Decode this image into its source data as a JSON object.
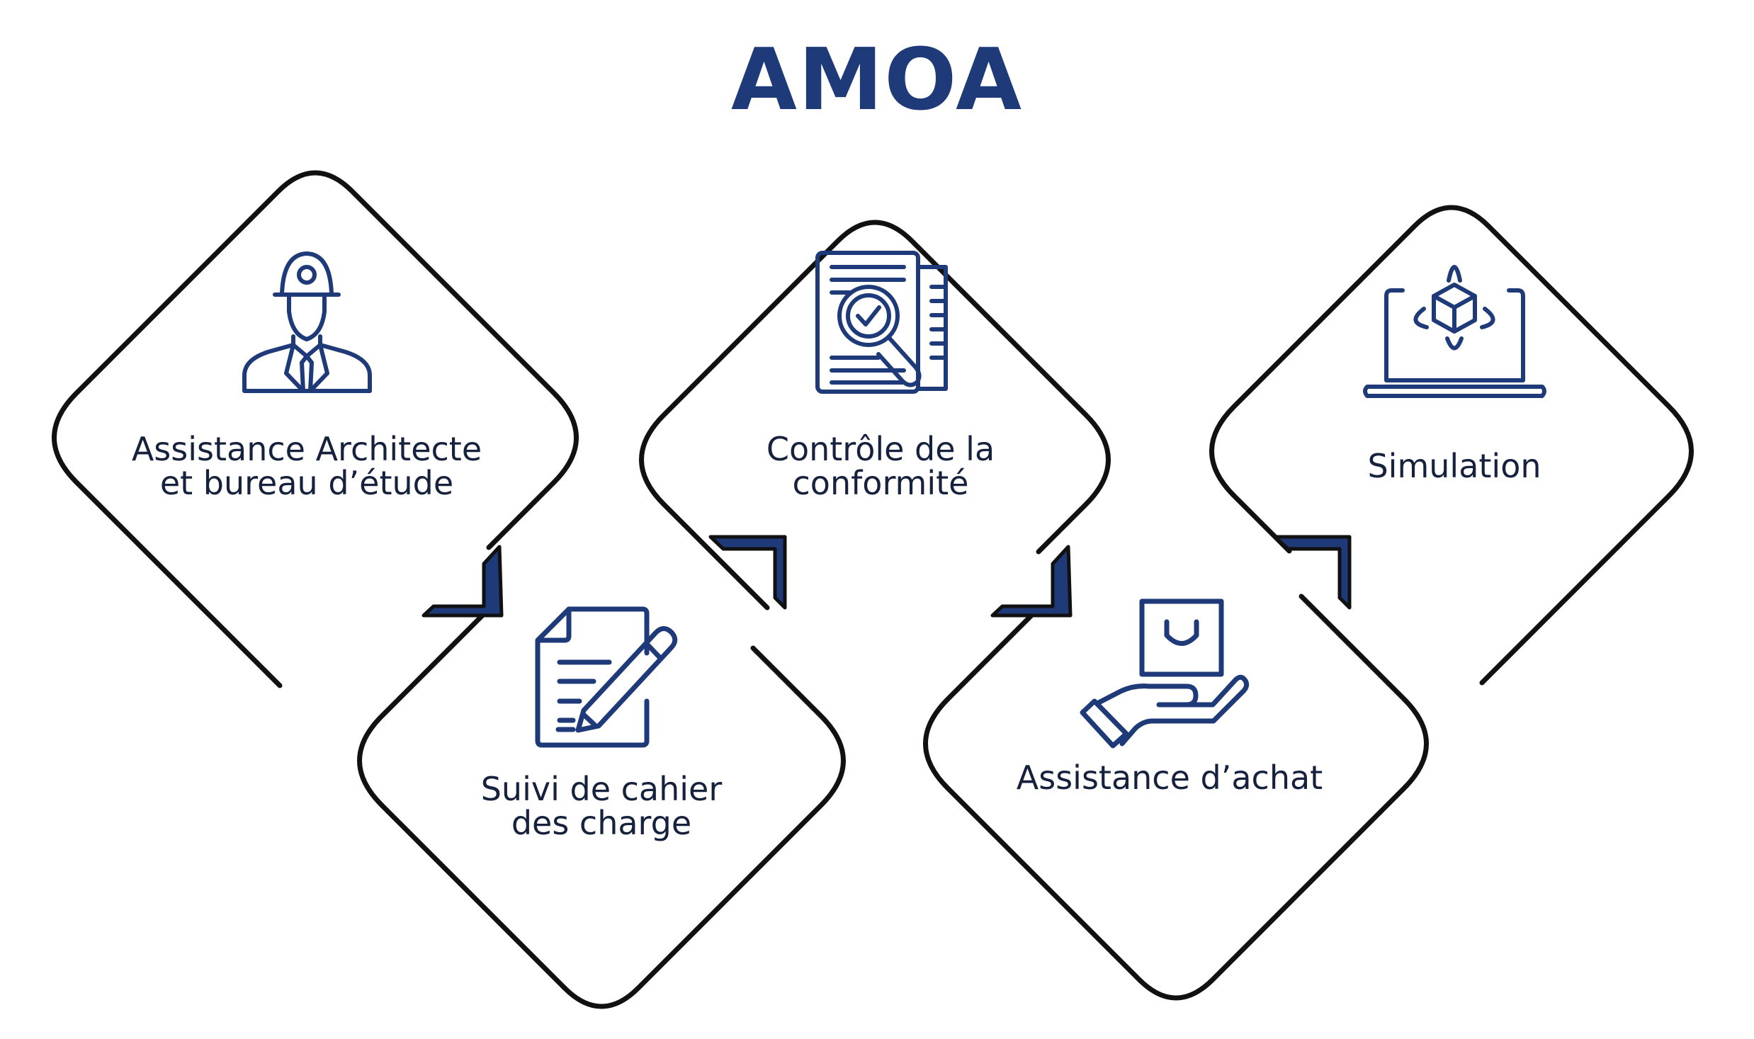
{
  "title": "AMOA",
  "colors": {
    "accent": "#1f3a78",
    "outline": "#111111",
    "text": "#16213d"
  },
  "items": [
    {
      "id": "architecte",
      "icon": "engineer-icon",
      "lines": [
        "Assistance Architecte",
        "et bureau d’étude"
      ]
    },
    {
      "id": "cahier",
      "icon": "document-pencil-icon",
      "lines": [
        "Suivi de cahier",
        "des charge"
      ]
    },
    {
      "id": "conformite",
      "icon": "document-search-check-icon",
      "lines": [
        "Contrôle de la",
        "conformité"
      ]
    },
    {
      "id": "achat",
      "icon": "hand-shopping-bag-icon",
      "lines": [
        "Assistance d’achat"
      ]
    },
    {
      "id": "simulation",
      "icon": "laptop-cube-icon",
      "lines": [
        "Simulation"
      ]
    }
  ]
}
